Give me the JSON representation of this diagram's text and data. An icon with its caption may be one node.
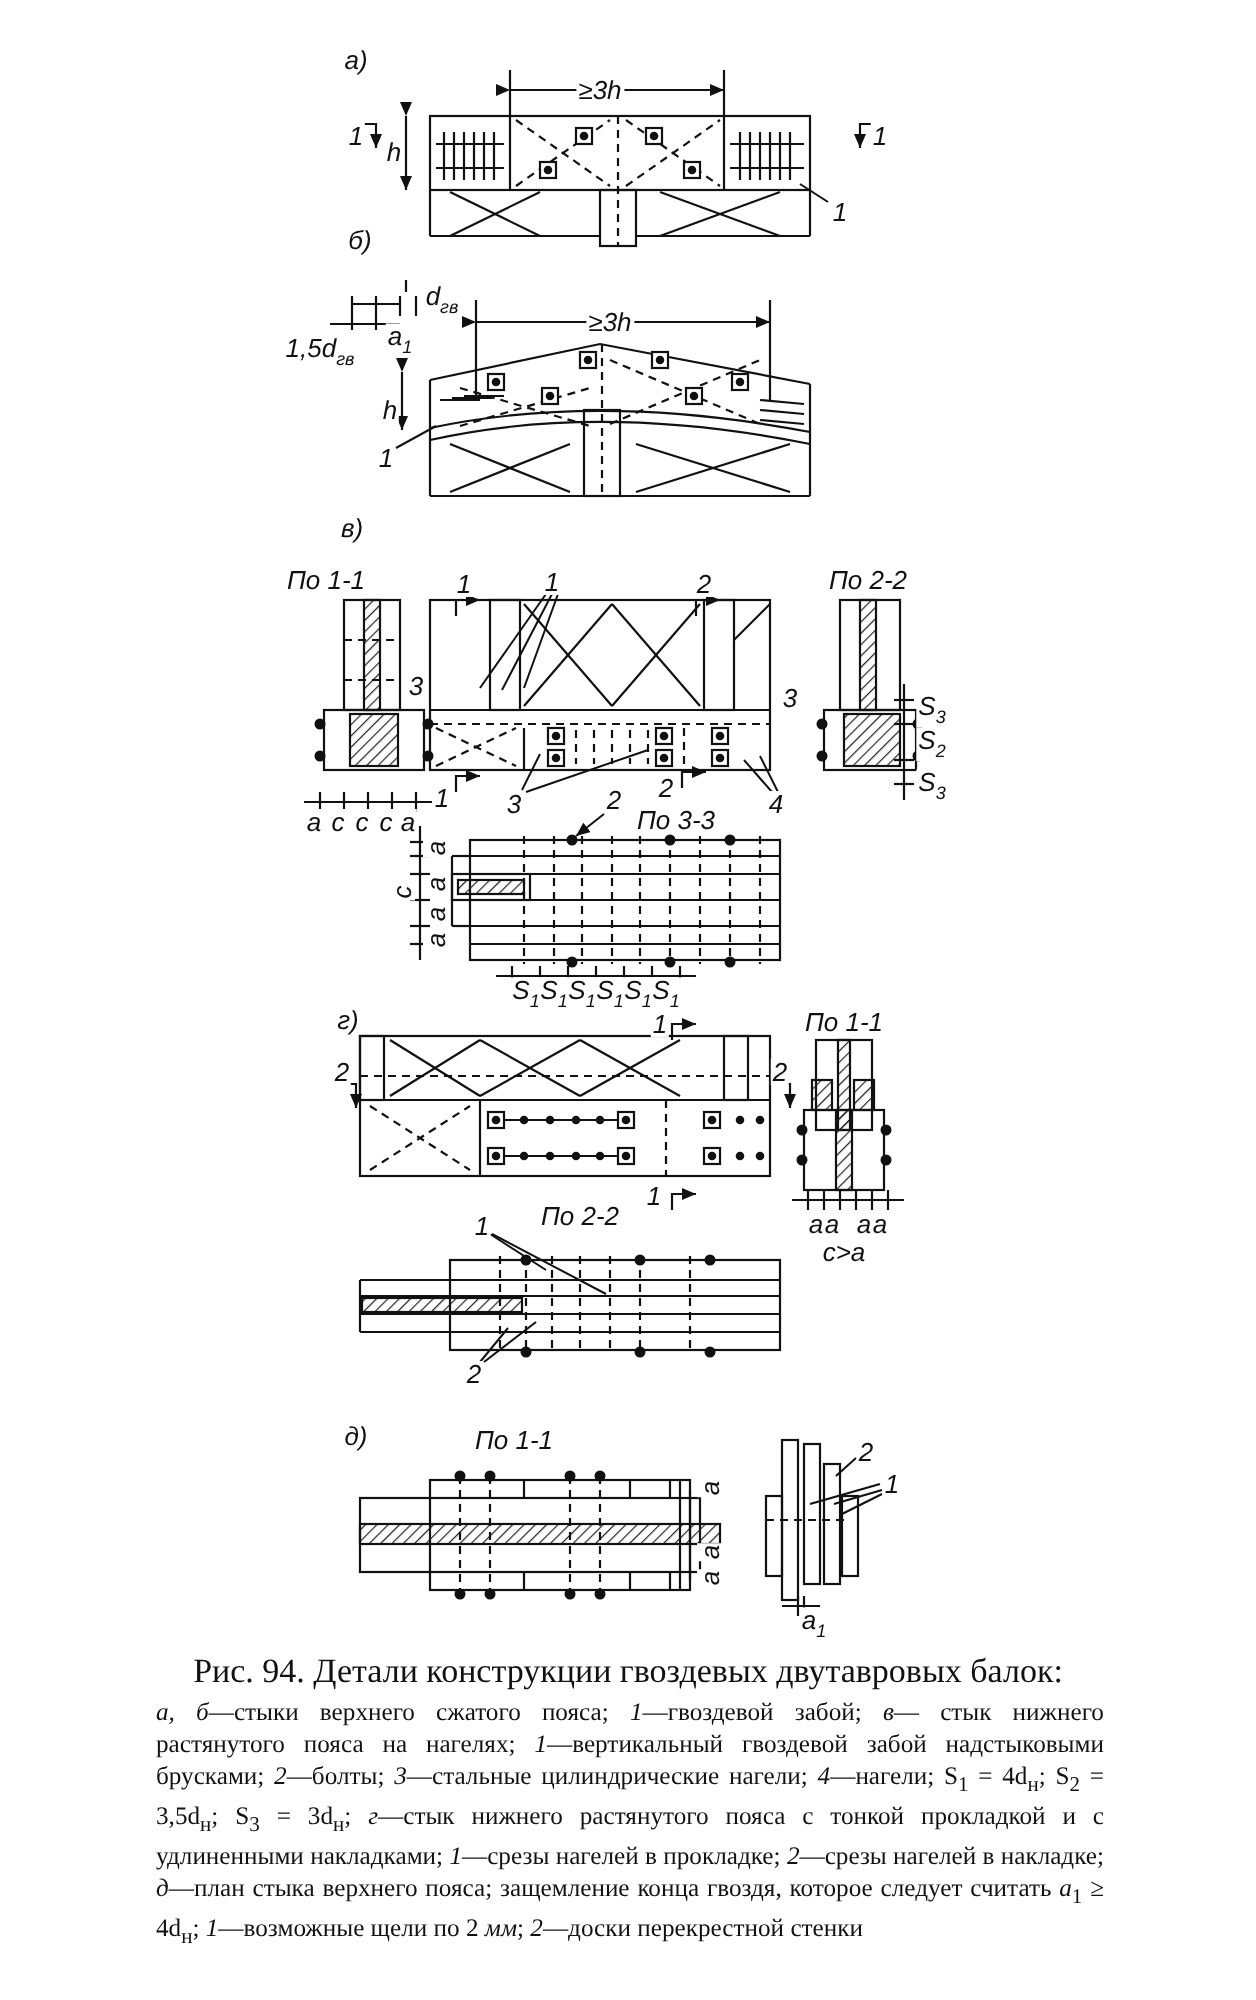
{
  "diagram": {
    "caption": "Рис. 94. Детали конструкции гвоздевых двутавровых балок:",
    "nodes": [
      {
        "text": [
          "1"
        ]
      },
      {
        "text": [
          "1"
        ]
      },
      {
        "text": [
          "1"
        ]
      },
      {
        "text": [
          "3"
        ]
      },
      {
        "text": [
          "2"
        ]
      },
      {
        "text": [
          "4"
        ]
      },
      {
        "text": [
          "1"
        ]
      },
      {
        "text": [
          "2"
        ]
      },
      {
        "text": [
          "2"
        ]
      },
      {
        "text": [
          "1"
        ]
      }
    ],
    "edges": [
      {
        "from": 0,
        "to": null,
        "arrow": "none"
      },
      {
        "from": 1,
        "to": null,
        "arrow": "none"
      },
      {
        "from": 2,
        "to": null,
        "arrow": "none"
      },
      {
        "from": 2,
        "to": null,
        "arrow": "none"
      },
      {
        "from": 2,
        "to": null,
        "arrow": "none"
      },
      {
        "from": 3,
        "to": null,
        "arrow": "none"
      },
      {
        "from": 3,
        "to": null,
        "arrow": "none"
      },
      {
        "from": 4,
        "to": null,
        "arrow": "to"
      },
      {
        "from": 5,
        "to": null,
        "arrow": "none"
      },
      {
        "from": 5,
        "to": null,
        "arrow": "none"
      },
      {
        "from": 6,
        "to": null,
        "arrow": "none"
      },
      {
        "from": 6,
        "to": null,
        "arrow": "none"
      },
      {
        "from": 7,
        "to": null,
        "arrow": "none"
      },
      {
        "from": 7,
        "to": null,
        "arrow": "none"
      },
      {
        "from": 8,
        "to": null,
        "arrow": "none"
      },
      {
        "from": 9,
        "to": null,
        "arrow": "none"
      },
      {
        "from": 9,
        "to": null,
        "arrow": "none"
      }
    ],
    "labels": [
      "а)",
      "≥3h",
      "1",
      "h",
      "1",
      "б)",
      "d$_{гв}$",
      "1,5d$_{гв}$",
      "a$_{1}$",
      "≥3h",
      "h",
      "в)",
      "По 1-1",
      "1",
      "2",
      "По 2-2",
      "3",
      "3",
      "S$_{3}$",
      "S$_{2}$",
      "S$_{3}$",
      "1",
      "2",
      "a",
      "c",
      "c",
      "c",
      "a",
      "По 3-3",
      "c",
      "a",
      "a",
      "a",
      "a",
      "S$_{1}$",
      "S$_{1}$",
      "S$_{1}$",
      "S$_{1}$",
      "S$_{1}$",
      "S$_{1}$",
      "г)",
      "1",
      "По 1-1",
      "2",
      "2",
      "1",
      "По 2-2",
      "a",
      "a",
      "a",
      "a",
      "c>a",
      "д)",
      "По 1-1",
      "a",
      "a",
      "a",
      "a$_{1}$",
      "*а, б*—стыки верхнего сжатого пояса; *1*—гвоздевой забой; *в*— стык нижнего растянутого пояса на нагелях; *1*—вертикальный гвоздевой забой надстыковыми брусками; *2*—болты; *3*—стальные цилиндрические нагели; *4*—нагели; S$_{1}$ = 4d$_{н}$; S$_{2}$ = 3,5d$_{н}$; S$_{3}$ = 3d$_{н}$; *г*—стык нижнего растянутого пояса с тонкой прокладкой и с удлиненными накладками; *1*—срезы нагелей в прокладке; *2*—срезы нагелей в накладке; *д*—план стыка верхнего пояса; защемление конца гвоздя, которое следует считать *a*$_{1}$ ≥ 4d$_{н}$; *1*—возможные щели по 2 *мм*; *2*—доски перекрестной стенки"
    ]
  }
}
